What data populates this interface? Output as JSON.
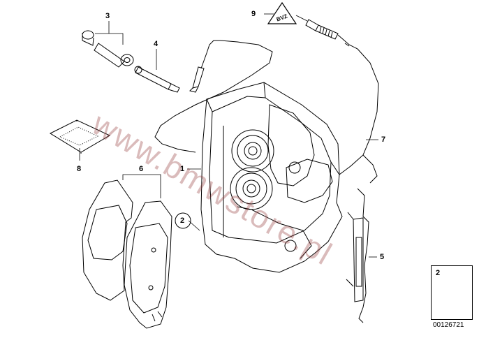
{
  "callouts": [
    {
      "id": "3",
      "text": "3"
    },
    {
      "id": "4",
      "text": "4"
    },
    {
      "id": "8",
      "text": "8"
    },
    {
      "id": "6",
      "text": "6"
    },
    {
      "id": "1",
      "text": "1"
    },
    {
      "id": "2",
      "text": "2"
    },
    {
      "id": "9",
      "text": "9"
    },
    {
      "id": "7",
      "text": "7"
    },
    {
      "id": "5",
      "text": "5"
    }
  ],
  "warning_sign_text": "BVZ",
  "watermark": "www.bmwstore.pl",
  "legend": {
    "part_number": "2"
  },
  "document_number": "00126721"
}
